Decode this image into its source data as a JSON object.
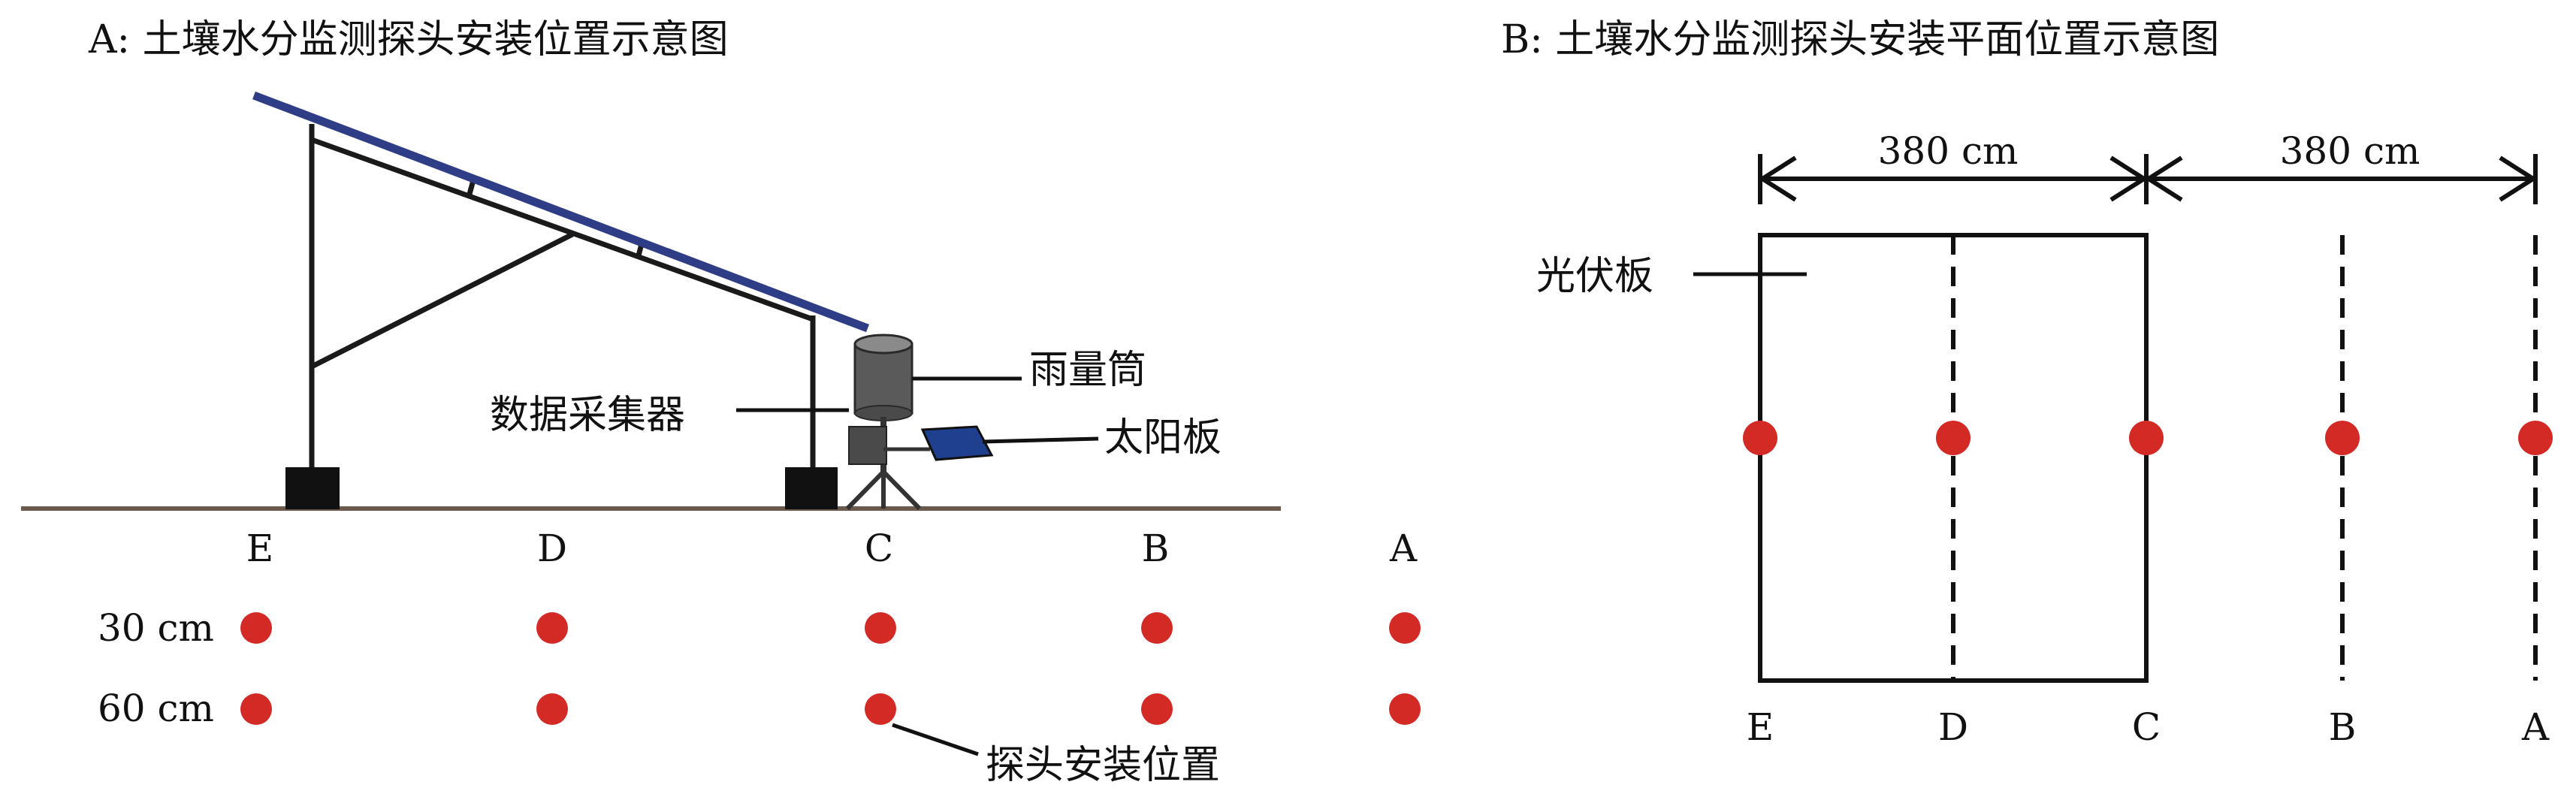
{
  "panel_a": {
    "title": "A: 土壤水分监测探头安装位置示意图",
    "labels": {
      "data_collector": "数据采集器",
      "rain_gauge": "雨量筒",
      "solar_panel": "太阳板",
      "probe_position": "探头安装位置"
    },
    "columns": [
      "E",
      "D",
      "C",
      "B",
      "A"
    ],
    "depths": [
      "30 cm",
      "60 cm"
    ]
  },
  "panel_b": {
    "title": "B: 土壤水分监测探头安装平面位置示意图",
    "dimension_left": "380 cm",
    "dimension_right": "380 cm",
    "pv_label": "光伏板",
    "columns": [
      "E",
      "D",
      "C",
      "B",
      "A"
    ]
  },
  "colors": {
    "probe": "#d42a26",
    "panel_top": "#2e3d86",
    "structure": "#1a1a1a",
    "ground": "#6b5a4e",
    "gauge": "#5a5a5a",
    "solar": "#1f3f8f"
  }
}
